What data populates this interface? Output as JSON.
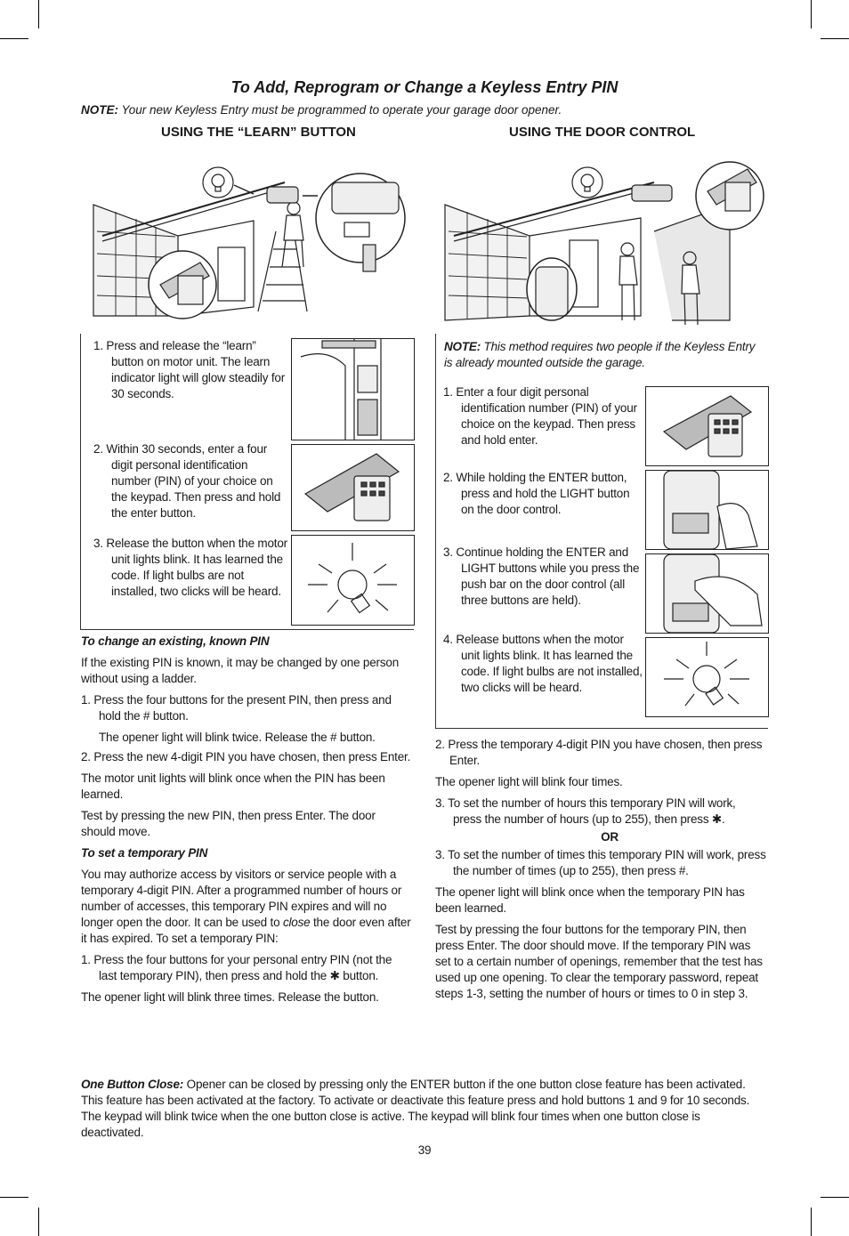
{
  "title": "To Add, Reprogram or Change a Keyless Entry PIN",
  "note": {
    "label": "NOTE:",
    "text": " Your new Keyless Entry must be programmed to operate your garage door opener."
  },
  "left_heading": "USING THE “LEARN” BUTTON",
  "right_heading": "USING THE DOOR CONTROL",
  "learn_steps": [
    "1. Press and release the “learn” button on motor unit. The learn indicator light will glow steadily for 30 seconds.",
    "2. Within 30 seconds, enter a four digit personal identification number (PIN) of your choice on the keypad. Then press and hold the enter button.",
    "3. Release the button when the motor unit lights blink. It has learned the code. If light bulbs are not installed, two clicks will be heard."
  ],
  "door_note": {
    "label": "NOTE:",
    "text": " This method requires two people if the Keyless Entry is already mounted outside the garage."
  },
  "door_steps": [
    "1. Enter a four digit personal identification number (PIN) of your choice on the keypad. Then press and hold enter.",
    "2. While holding the ENTER button, press and hold the LIGHT button on the door control.",
    "3. Continue holding the ENTER and LIGHT buttons while you press the push bar on the door control (all three buttons are held).",
    "4. Release buttons when the motor unit lights blink. It has learned the code. If light bulbs are not installed, two clicks will be heard."
  ],
  "change_pin": {
    "heading": "To change an existing, known PIN",
    "intro": "If the existing PIN is known, it may be changed by one person without using a ladder.",
    "step1": "1.  Press the four buttons for the present PIN, then press and hold the # button.",
    "step1_sub": "The opener light will blink twice. Release the # button.",
    "step2": "2.  Press the new 4-digit PIN you have chosen, then press Enter.",
    "p1": "The motor unit lights will blink once when the PIN has been learned.",
    "p2": "Test by pressing the new PIN, then press Enter. The door should move."
  },
  "temp_pin": {
    "heading": "To set a temporary PIN",
    "intro_a": "You may authorize access by visitors or service people with a temporary 4-digit PIN. After a programmed number of hours or number of accesses, this temporary PIN expires and will no longer open the door. It can be used to ",
    "intro_close": "close",
    "intro_b": " the door even after it has expired. To set a temporary PIN:",
    "step1": "1.  Press the four buttons for your personal entry PIN (not the last temporary PIN), then press and hold the ✱ button.",
    "p1": "The opener light will blink three times. Release the button."
  },
  "right_col": {
    "step2": "2. Press the temporary 4-digit PIN you have chosen, then press Enter.",
    "p1": "The opener light will blink four times.",
    "step3a": "3.  To set the number of hours this temporary PIN will work, press the number of hours (up to 255), then press ✱.",
    "or": "OR",
    "step3b": "3.  To set the number of times this temporary PIN will work, press the number of times (up to 255), then press #.",
    "p2": "The opener light will blink once when the temporary PIN has been learned.",
    "p3": "Test by pressing the four buttons for the temporary PIN, then press Enter. The door should move. If the temporary PIN was set to a certain number of openings, remember that the test has used up one opening. To clear the temporary password, repeat steps 1-3, setting the number of hours or times to 0 in step 3."
  },
  "one_button": {
    "label": "One Button Close:",
    "text": " Opener can be closed by pressing only the ENTER button if the one button close feature has been activated. This feature has been activated at the factory. To activate or deactivate this feature press and hold buttons 1 and 9 for 10 seconds. The keypad will blink twice when the one button close is active. The keypad will blink four times when one button close is deactivated."
  },
  "page_number": "39"
}
